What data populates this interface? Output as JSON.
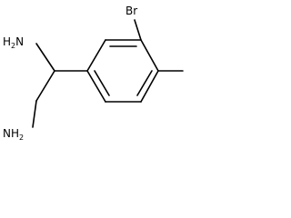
{
  "molecule": {
    "atoms": [
      {
        "id": "amine_upper",
        "label": "H",
        "subscript": "2",
        "suffix": "N"
      },
      {
        "id": "amine_lower",
        "label": "NH",
        "subscript": "2",
        "suffix": ""
      },
      {
        "id": "bromine",
        "label": "Br",
        "subscript": "",
        "suffix": ""
      }
    ]
  }
}
